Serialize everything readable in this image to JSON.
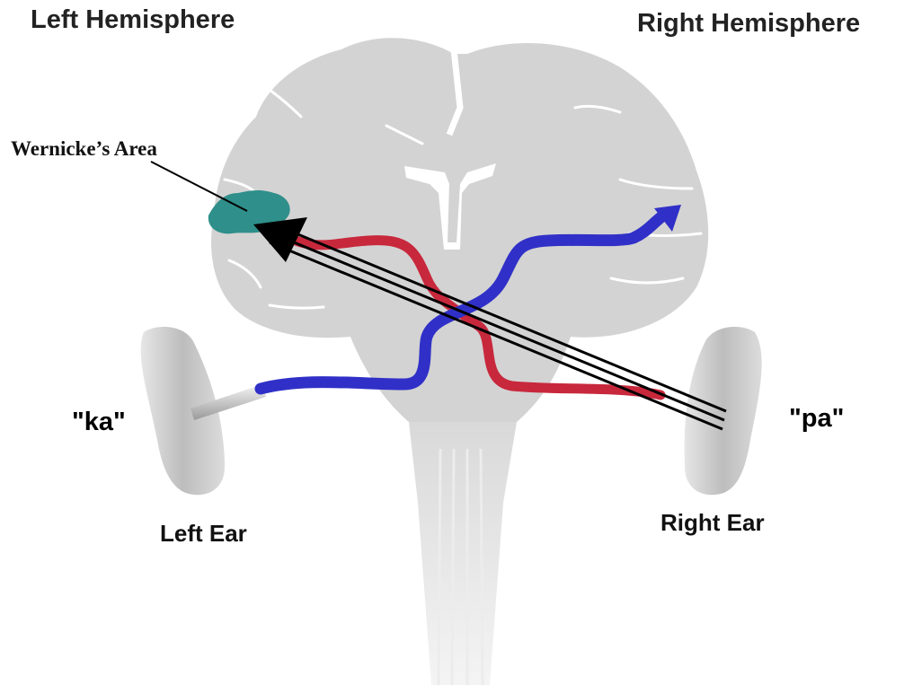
{
  "labels": {
    "left_hemisphere": "Left Hemisphere",
    "right_hemisphere": "Right Hemisphere",
    "wernickes_area": "Wernicke’s Area",
    "left_ear": "Left Ear",
    "right_ear": "Right Ear",
    "left_syllable": "\"ka\"",
    "right_syllable": "\"pa\""
  },
  "colors": {
    "brain": "#d3d3d3",
    "ventricle": "#ffffff",
    "left_pathway": "#3030c8",
    "right_pathway": "#c8283c",
    "wernicke_region": "#2f8f8a",
    "arrow": "#000000"
  }
}
